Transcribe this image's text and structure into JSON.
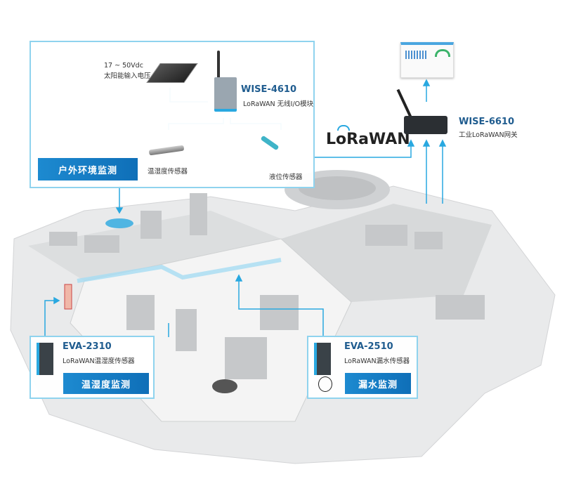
{
  "outdoor": {
    "title": "户外环境监测",
    "solar_voltage": "17 ~ 50Vdc",
    "solar_label": "太阳能输入电压",
    "device_model": "WISE-4610",
    "device_desc": "LoRaWAN 无线I/O模块",
    "temp_sensor_label": "温湿度传感器",
    "liquid_sensor_label": "液位传感器"
  },
  "lorawan_logo": "LoRaWAN",
  "gateway": {
    "model": "WISE-6610",
    "desc": "工业LoRaWAN网关"
  },
  "eva2310": {
    "model": "EVA-2310",
    "desc": "LoRaWAN温湿度传感器",
    "button": "温湿度监测"
  },
  "eva2510": {
    "model": "EVA-2510",
    "desc": "LoRaWAN漏水传感器",
    "button": "漏水监测"
  },
  "colors": {
    "accent": "#1d8ad0",
    "line": "#29a8e0",
    "border": "#8fd3ee",
    "model_text": "#1f5c8f"
  }
}
